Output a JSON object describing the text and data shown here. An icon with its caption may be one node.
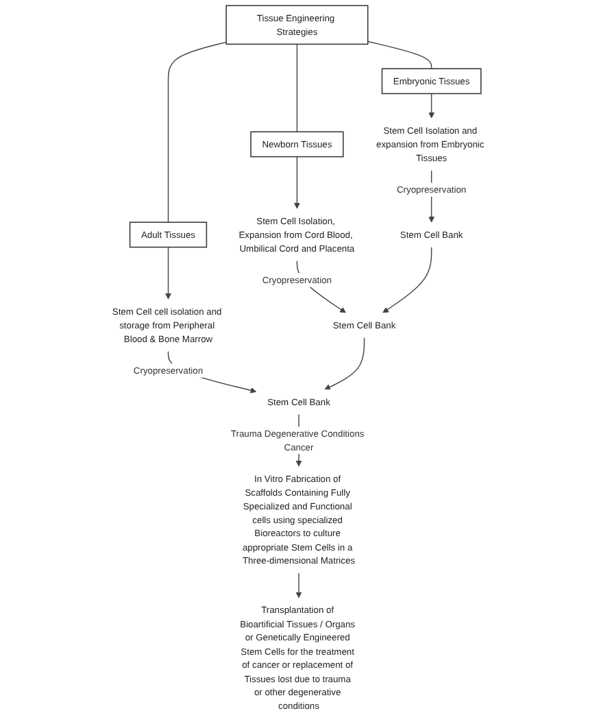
{
  "diagram": {
    "nodes": [
      {
        "text": [
          "Tissue Engineering Strategies"
        ]
      },
      {
        "text": [
          "Embryonic Tissues"
        ]
      },
      {
        "text": [
          "Newborn Tissues"
        ]
      },
      {
        "text": [
          "Adult Tissues"
        ]
      },
      {
        "text": [
          "Stem Cell Isolation and expansion from Embryonic Tissues"
        ]
      },
      {
        "text": [
          "Stem Cell Isolation, Expansion from Cord Blood, Umbilical Cord and Placenta"
        ]
      },
      {
        "text": [
          "Stem Cell cell isolation and storage from Peripheral Blood & Bone Marrow"
        ]
      },
      {
        "text": [
          "Stem Cell Bank"
        ]
      },
      {
        "text": [
          "Stem Cell Bank"
        ]
      },
      {
        "text": [
          "Stem Cell Bank"
        ]
      },
      {
        "text": [
          "In Vitro Fabrication of Scaffolds Containing Fully Specialized and Functional cells using specialized Bioreactors to culture appropriate Stem Cells in a Three-dimensional Matrices"
        ]
      },
      {
        "text": [
          "Transplantation of Bioartificial Tissues / Organs or Genetically Engineered Stem Cells for the treatment of cancer or replacement of Tissues lost due to trauma or other degenerative conditions"
        ]
      }
    ],
    "edges": [
      {
        "from": 0,
        "to": 1,
        "arrow": "none"
      },
      {
        "from": 0,
        "to": 2,
        "arrow": "none"
      },
      {
        "from": 0,
        "to": 3,
        "arrow": "none"
      },
      {
        "from": 1,
        "to": 4,
        "arrow": "to"
      },
      {
        "from": 2,
        "to": 5,
        "arrow": "to"
      },
      {
        "from": 3,
        "to": 6,
        "arrow": "to"
      },
      {
        "from": 4,
        "to": 7,
        "arrow": "to",
        "label": "Cryopreservation"
      },
      {
        "from": 5,
        "to": 8,
        "arrow": "to",
        "label": "Cryopreservation"
      },
      {
        "from": 6,
        "to": 9,
        "arrow": "to",
        "label": "Cryopreservation"
      },
      {
        "from": 7,
        "to": 8,
        "arrow": "to"
      },
      {
        "from": 8,
        "to": 9,
        "arrow": "to"
      },
      {
        "from": 9,
        "to": 10,
        "arrow": "to",
        "label": "Trauma Degenerative Conditions Cancer"
      },
      {
        "from": 10,
        "to": 11,
        "arrow": "to"
      }
    ]
  }
}
